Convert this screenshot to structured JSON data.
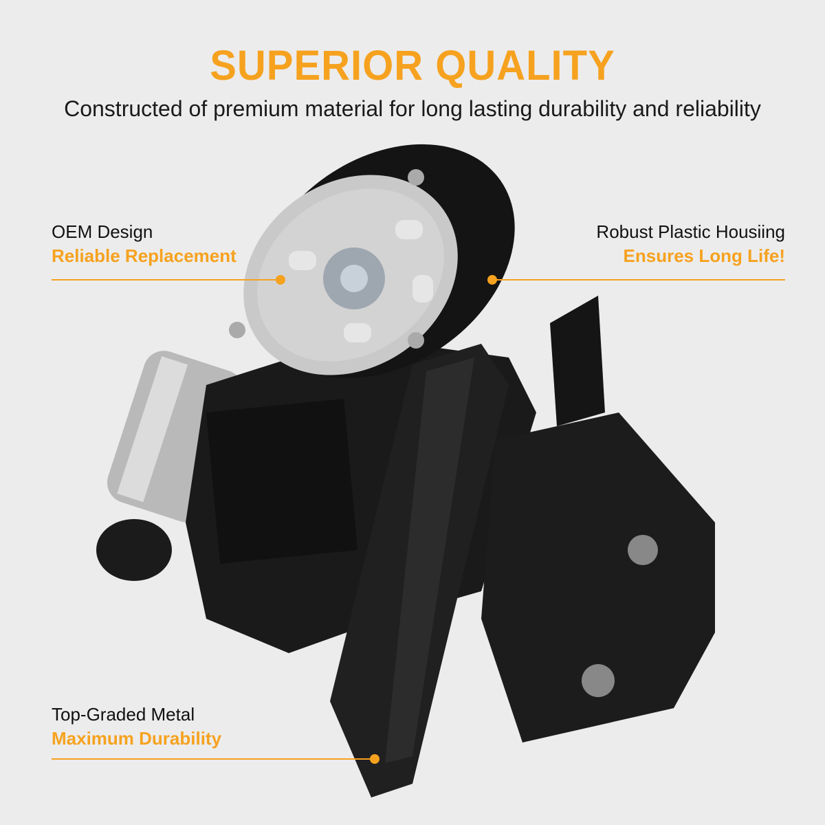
{
  "header": {
    "title": "SUPERIOR QUALITY",
    "subtitle": "Constructed of premium material for long lasting durability and reliability"
  },
  "callouts": [
    {
      "line1": "OEM Design",
      "line2": "Reliable Replacement"
    },
    {
      "line1": "Robust Plastic Housiing",
      "line2": "Ensures Long Life!"
    },
    {
      "line1": "Top-Graded Metal",
      "line2": "Maximum Durability"
    }
  ],
  "colors": {
    "accent": "#f6a21f",
    "background": "#ececec"
  }
}
